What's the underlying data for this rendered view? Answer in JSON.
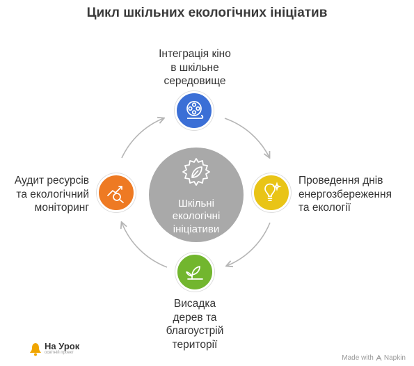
{
  "title": "Цикл шкільних екологічних ініціатив",
  "center": {
    "label_lines": [
      "Шкільні",
      "екологічні",
      "ініціативи"
    ],
    "icon": "gear-leaf-icon",
    "color": "#a9a9a9"
  },
  "steps": [
    {
      "label_lines": [
        "Інтеграція кіно",
        "в шкільне",
        "середовище"
      ],
      "icon": "film-reel-icon",
      "color": "#3b6fd6"
    },
    {
      "label_lines": [
        "Проведення днів",
        "енергозбереження",
        "та екології"
      ],
      "icon": "lightbulb-icon",
      "color": "#e9c416"
    },
    {
      "label_lines": [
        "Висадка",
        "дерев та",
        "благоустрій",
        "території"
      ],
      "icon": "sprout-icon",
      "color": "#72b62e"
    },
    {
      "label_lines": [
        "Аудит ресурсів",
        "та екологічний",
        "моніторинг"
      ],
      "icon": "chart-magnifier-icon",
      "color": "#ee7a23"
    }
  ],
  "logo": {
    "name": "На Урок",
    "subtitle": "освітній проект",
    "icon": "bell-icon"
  },
  "credit": {
    "text": "Made with",
    "brand": "Napkin"
  }
}
